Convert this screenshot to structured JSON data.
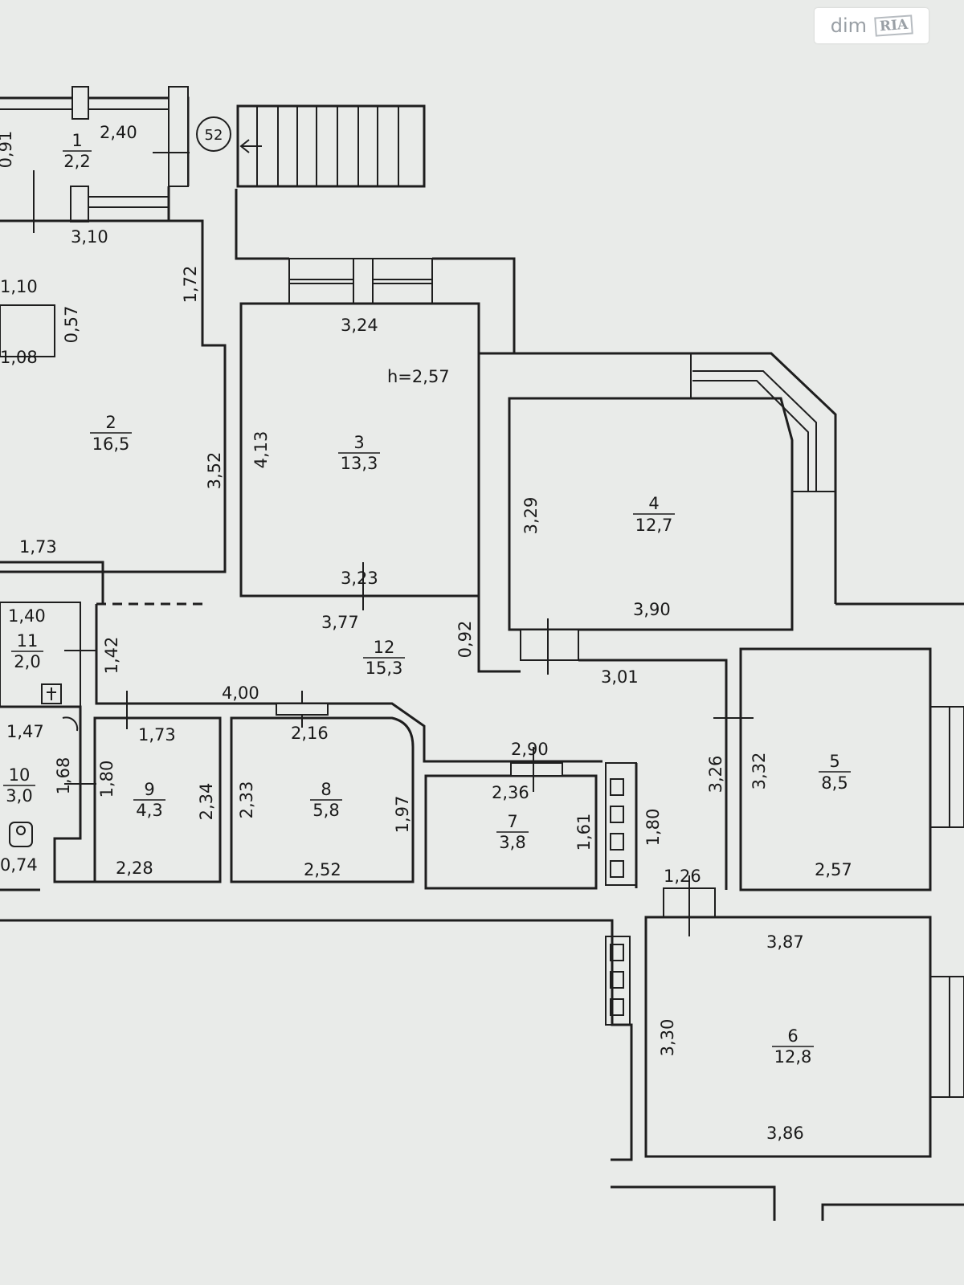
{
  "logo": {
    "text": "dim",
    "badge": "RIA"
  },
  "stair_marker": "52",
  "height_note": "h=2,57",
  "rooms": [
    {
      "number": "1",
      "area": "2,2"
    },
    {
      "number": "2",
      "area": "16,5"
    },
    {
      "number": "3",
      "area": "13,3"
    },
    {
      "number": "4",
      "area": "12,7"
    },
    {
      "number": "5",
      "area": "8,5"
    },
    {
      "number": "6",
      "area": "12,8"
    },
    {
      "number": "7",
      "area": "3,8"
    },
    {
      "number": "8",
      "area": "5,8"
    },
    {
      "number": "9",
      "area": "4,3"
    },
    {
      "number": "10",
      "area": "3,0"
    },
    {
      "number": "11",
      "area": "2,0"
    },
    {
      "number": "12",
      "area": "15,3"
    }
  ],
  "dimensions": [
    "0,91",
    "2,40",
    "3,10",
    "1,10",
    "0,57",
    "1,08",
    "1,72",
    "3,24",
    "4,13",
    "3,52",
    "1,73",
    "3,29",
    "3,23",
    "1,40",
    "3,77",
    "0,92",
    "3,90",
    "1,42",
    "3,01",
    "4,00",
    "1,47",
    "1,73",
    "2,16",
    "2,90",
    "3,26",
    "3,32",
    "1,68",
    "1,80",
    "2,34",
    "2,33",
    "1,97",
    "2,36",
    "1,61",
    "1,80",
    "0,74",
    "2,28",
    "2,52",
    "1,26",
    "2,57",
    "3,87",
    "3,30",
    "3,86"
  ]
}
